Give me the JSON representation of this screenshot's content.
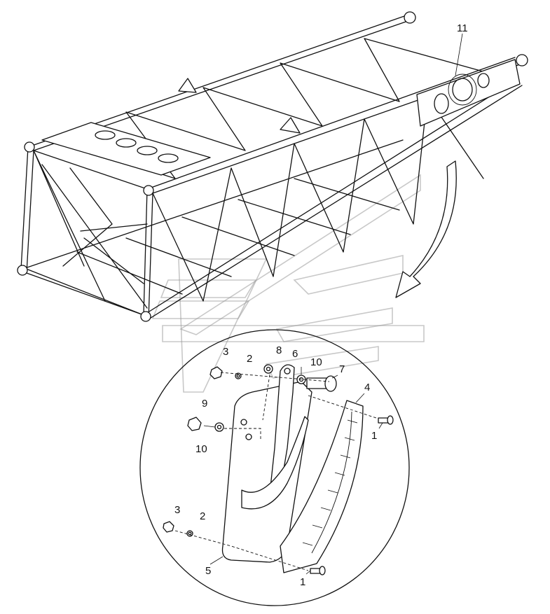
{
  "diagram": {
    "callouts": [
      {
        "id": "callout-11",
        "label": "11"
      },
      {
        "id": "callout-3-top",
        "label": "3"
      },
      {
        "id": "callout-2-top",
        "label": "2"
      },
      {
        "id": "callout-8",
        "label": "8"
      },
      {
        "id": "callout-6",
        "label": "6"
      },
      {
        "id": "callout-10-top",
        "label": "10"
      },
      {
        "id": "callout-7",
        "label": "7"
      },
      {
        "id": "callout-4",
        "label": "4"
      },
      {
        "id": "callout-9",
        "label": "9"
      },
      {
        "id": "callout-10-left",
        "label": "10"
      },
      {
        "id": "callout-1-top",
        "label": "1"
      },
      {
        "id": "callout-3-bottom",
        "label": "3"
      },
      {
        "id": "callout-2-bottom",
        "label": "2"
      },
      {
        "id": "callout-5",
        "label": "5"
      },
      {
        "id": "callout-1-bottom",
        "label": "1"
      }
    ]
  }
}
